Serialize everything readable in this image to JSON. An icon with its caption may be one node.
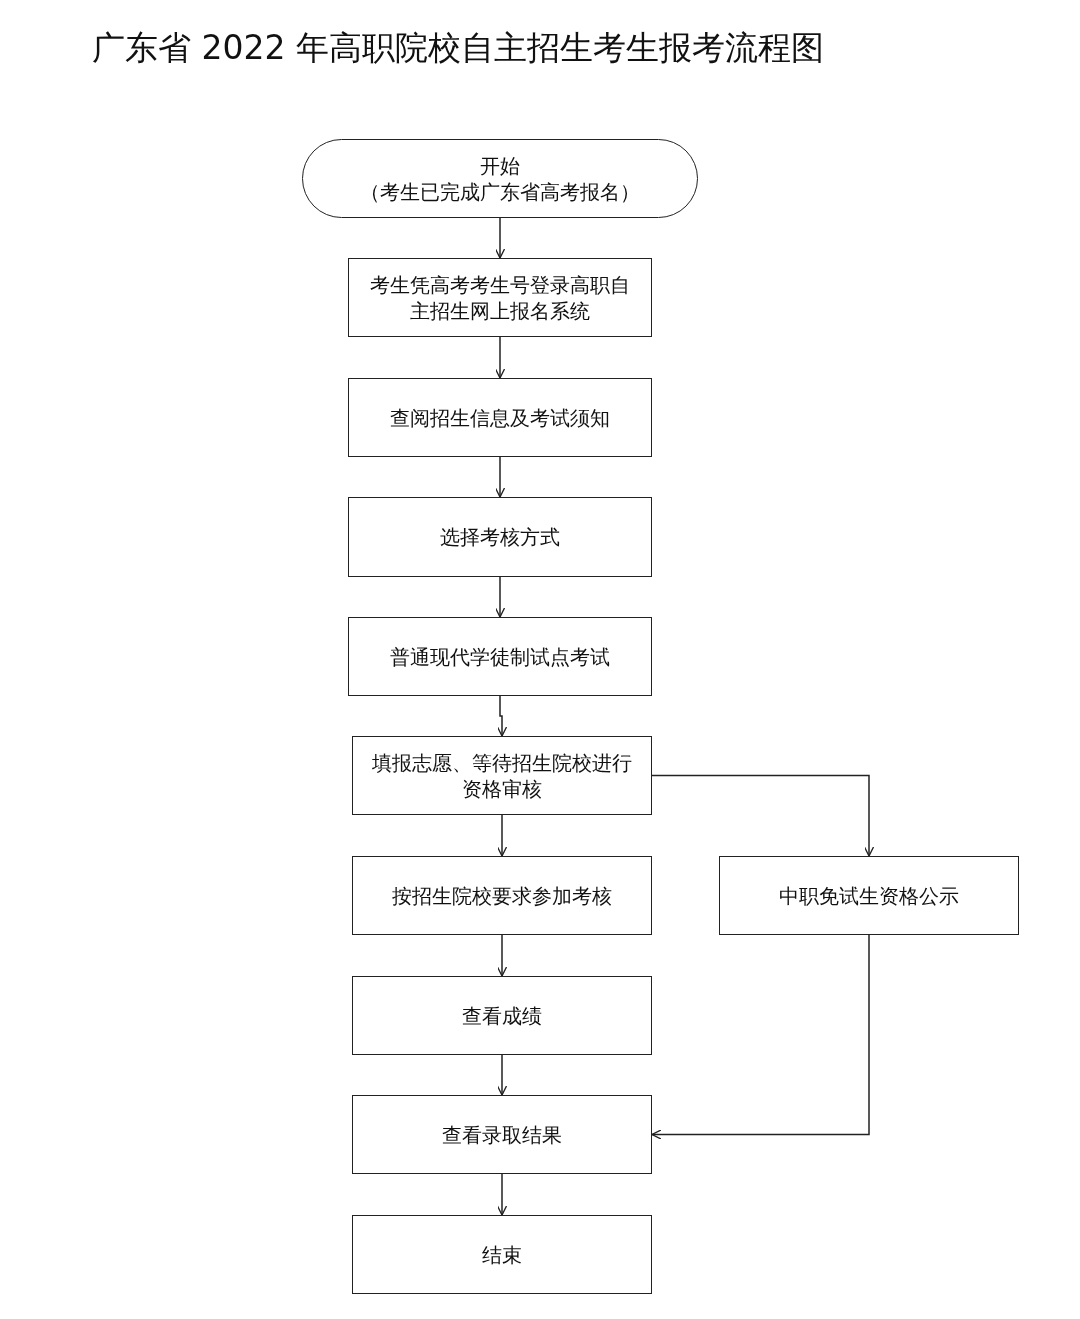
{
  "diagram": {
    "title": "广东省 2022 年高职院校自主招生考生报考流程图",
    "nodes": [
      {
        "text": [
          "开始",
          "（考生已完成广东省高考报名）"
        ]
      },
      {
        "text": [
          "考生凭高考考生号登录高职自主招生网上报名系统"
        ]
      },
      {
        "text": [
          "查阅招生信息及考试须知"
        ]
      },
      {
        "text": [
          "选择考核方式"
        ]
      },
      {
        "text": [
          "普通现代学徒制试点考试"
        ]
      },
      {
        "text": [
          "填报志愿、等待招生院校进行资格审核"
        ]
      },
      {
        "text": [
          "按招生院校要求参加考核"
        ]
      },
      {
        "text": [
          "中职免试生资格公示"
        ]
      },
      {
        "text": [
          "查看成绩"
        ]
      },
      {
        "text": [
          "查看录取结果"
        ]
      },
      {
        "text": [
          "结束"
        ]
      }
    ],
    "edges": [
      {
        "from": 0,
        "to": 1,
        "arrow": "to"
      },
      {
        "from": 1,
        "to": 2,
        "arrow": "to"
      },
      {
        "from": 2,
        "to": 3,
        "arrow": "to"
      },
      {
        "from": 3,
        "to": 4,
        "arrow": "to"
      },
      {
        "from": 4,
        "to": 5,
        "arrow": "to"
      },
      {
        "from": 5,
        "to": 6,
        "arrow": "to"
      },
      {
        "from": 5,
        "to": 7,
        "arrow": "to"
      },
      {
        "from": 6,
        "to": 8,
        "arrow": "to"
      },
      {
        "from": 7,
        "to": 9,
        "arrow": "to"
      },
      {
        "from": 8,
        "to": 9,
        "arrow": "to"
      },
      {
        "from": 9,
        "to": 10,
        "arrow": "to"
      }
    ]
  }
}
